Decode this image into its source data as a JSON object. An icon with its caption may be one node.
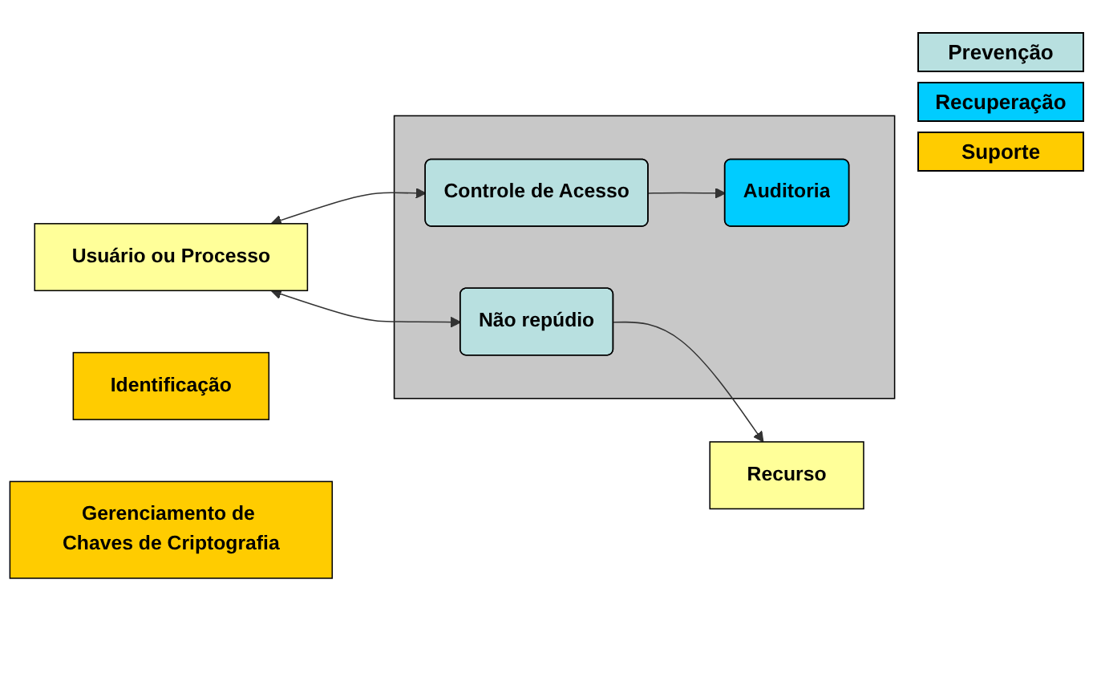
{
  "diagram": {
    "nodes": [
      {
        "text": [
          "Usuário ou Processo"
        ]
      },
      {
        "text": [],
        "shape": "box"
      },
      {
        "text": [
          "Não repúdio"
        ],
        "in": 1
      },
      {
        "text": [
          "Auditoria"
        ],
        "in": 1
      },
      {
        "text": [
          "Controle de Acesso"
        ],
        "in": 1
      },
      {
        "text": [
          "Recurso"
        ]
      },
      {
        "text": [
          "Identificação"
        ]
      },
      {
        "text": [
          "Gerenciamento de Chaves de Criptografia"
        ]
      }
    ],
    "edges": [
      {
        "from": 0,
        "to": 2,
        "arrow": "both"
      },
      {
        "from": 0,
        "to": 4,
        "arrow": "both"
      },
      {
        "from": 4,
        "to": 3,
        "arrow": "to"
      },
      {
        "from": 2,
        "to": 5,
        "arrow": "to"
      }
    ],
    "legend": [
      {
        "text": "Prevenção",
        "color": "#b8e0e0"
      },
      {
        "text": "Recuperação",
        "color": "#00ccff"
      },
      {
        "text": "Suporte",
        "color": "#ffcc00"
      }
    ]
  }
}
